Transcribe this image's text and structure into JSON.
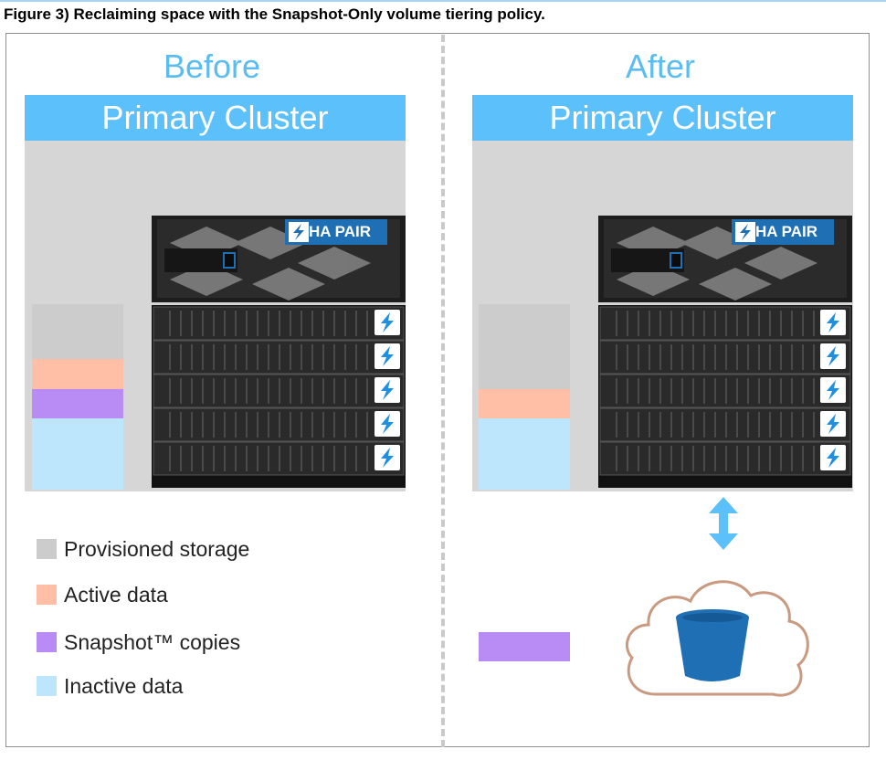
{
  "figure": {
    "caption": "Figure 3) Reclaiming space with the Snapshot-Only volume tiering policy."
  },
  "panels": {
    "before": {
      "title": "Before",
      "cluster_label": "Primary Cluster",
      "badge_label": "HA PAIR"
    },
    "after": {
      "title": "After",
      "cluster_label": "Primary Cluster",
      "badge_label": "HA PAIR"
    }
  },
  "legend": {
    "items": [
      {
        "label": "Provisioned storage",
        "color": "#cccccc"
      },
      {
        "label": "Active data",
        "color": "#ffbfa6"
      },
      {
        "label": "Snapshot™ copies",
        "color": "#b98bf5"
      },
      {
        "label": "Inactive data",
        "color": "#bde6fd"
      }
    ]
  },
  "colors": {
    "accent_blue": "#5cc1fb",
    "title_blue": "#5bbcf2",
    "cluster_body": "#d6d6d6",
    "arrow_blue": "#5cc1fb",
    "cloud_outline": "#c99a80",
    "bucket_blue": "#1f6fb5"
  },
  "icons": {
    "shelf_badge": "lightning-bolt-icon",
    "controller_logo": "netapp-logo-icon",
    "transfer": "double-arrow-icon",
    "cloud_storage": "cloud-bucket-icon"
  }
}
